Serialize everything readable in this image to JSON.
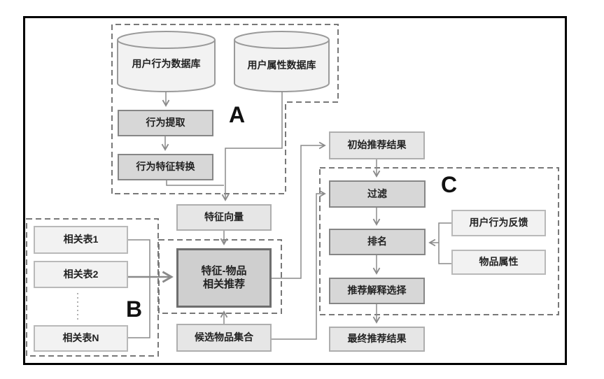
{
  "diagram": {
    "title_hint": "recommendation-system-flowchart",
    "group_labels": {
      "a": "A",
      "b": "B",
      "c": "C"
    },
    "nodes": {
      "user_behavior_db": {
        "label": "用户行为数据库"
      },
      "user_attr_db": {
        "label": "用户属性数据库"
      },
      "behavior_extract": {
        "label": "行为提取"
      },
      "behavior_transform": {
        "label": "行为特征转换"
      },
      "feature_vector": {
        "label": "特征向量"
      },
      "feature_item": {
        "label_line1": "特征-物品",
        "label_line2": "相关推荐"
      },
      "candidates": {
        "label": "候选物品集合"
      },
      "initial_results": {
        "label": "初始推荐结果"
      },
      "filter": {
        "label": "过滤"
      },
      "ranking": {
        "label": "排名"
      },
      "explain_select": {
        "label": "推荐解释选择"
      },
      "final_results": {
        "label": "最终推荐结果"
      },
      "user_feedback": {
        "label": "用户行为反馈"
      },
      "item_attrs": {
        "label": "物品属性"
      },
      "table1": {
        "label": "相关表1"
      },
      "table2": {
        "label": "相关表2"
      },
      "tableN": {
        "label": "相关表N"
      }
    },
    "colors": {
      "frame_border": "#000000",
      "dashed_group_border": "#787878",
      "connector": "#8a8a8a",
      "light_box_fill": "#f2f2f2",
      "mid_box_fill": "#e6e6e6",
      "process_box_fill": "#d7d7d7",
      "main_box_fill": "#cfcfcf",
      "cylinder_fill": "#f2f2f2",
      "text": "#222222"
    }
  }
}
